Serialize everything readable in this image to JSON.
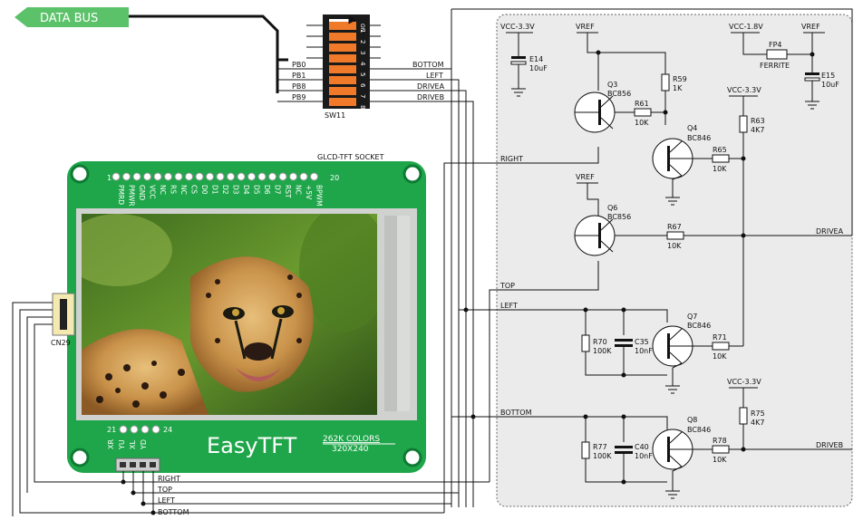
{
  "data_bus_label": "DATA BUS",
  "switch": {
    "name": "SW11",
    "on_label": "ON",
    "numbers": [
      "1",
      "2",
      "3",
      "4",
      "5",
      "6",
      "7",
      "8"
    ],
    "pins_left": [
      "PB0",
      "PB1",
      "PB8",
      "PB9"
    ],
    "pins_right": [
      "BOTTOM",
      "LEFT",
      "DRIVEA",
      "DRIVEB"
    ]
  },
  "socket": {
    "title": "GLCD-TFT  SOCKET",
    "pin_start": "1",
    "pin_end": "20",
    "pin_names": [
      "PMRD",
      "PMWR",
      "GND",
      "VCC",
      "NC",
      "RS",
      "NC",
      "CS",
      "D0",
      "D1",
      "D2",
      "D3",
      "D4",
      "D5",
      "D6",
      "D7",
      "RST",
      "NC",
      "+5V",
      "BPWM"
    ]
  },
  "touch": {
    "pin_start": "21",
    "pin_end": "24",
    "pins": [
      "XR",
      "YU",
      "XL",
      "YD"
    ]
  },
  "display": {
    "brand": "EasyTFT",
    "colors": "262K COLORS",
    "resolution": "320X240"
  },
  "connector": {
    "name": "CN29",
    "lines": [
      "RIGHT",
      "TOP",
      "LEFT",
      "BOTTOM"
    ]
  },
  "schematic": {
    "vcc33": "VCC-3.3V",
    "vcc18": "VCC-1.8V",
    "vref": "VREF",
    "e14": "E14",
    "e14_val": "10uF",
    "e15": "E15",
    "e15_val": "10uF",
    "fp4": "FP4",
    "fp4_val": "FERRITE",
    "q3": "Q3",
    "q3_val": "BC856",
    "q4": "Q4",
    "q4_val": "BC846",
    "q6": "Q6",
    "q6_val": "BC856",
    "q7": "Q7",
    "q7_val": "BC846",
    "q8": "Q8",
    "q8_val": "BC846",
    "r59": "R59",
    "r59_val": "1K",
    "r61": "R61",
    "r61_val": "10K",
    "r63": "R63",
    "r63_val": "4K7",
    "r65": "R65",
    "r65_val": "10K",
    "r67": "R67",
    "r67_val": "10K",
    "r70": "R70",
    "r70_val": "100K",
    "r71": "R71",
    "r71_val": "10K",
    "r75": "R75",
    "r75_val": "4K7",
    "r77": "R77",
    "r77_val": "100K",
    "r78": "R78",
    "r78_val": "10K",
    "c35": "C35",
    "c35_val": "10nF",
    "c40": "C40",
    "c40_val": "10nF",
    "net_right": "RIGHT",
    "net_top": "TOP",
    "net_left": "LEFT",
    "net_bottom": "BOTTOM",
    "net_drivea": "DRIVEA",
    "net_driveb": "DRIVEB"
  },
  "colors": {
    "pcb_green": "#1fa64a",
    "tag_green": "#5cc26a",
    "switch_orange": "#f07a2a",
    "panel_gray": "#ebebeb"
  }
}
